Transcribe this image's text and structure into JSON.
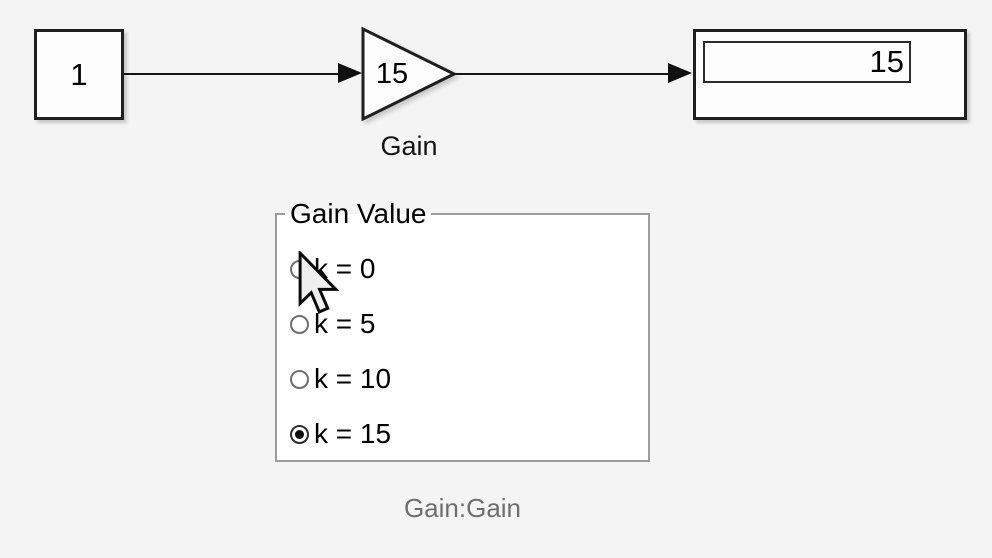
{
  "diagram": {
    "constant_block": {
      "value": "1"
    },
    "gain_block": {
      "value": "15",
      "name": "Gain"
    },
    "display_block": {
      "value": "15"
    },
    "annotation": "Gain:Gain"
  },
  "gain_panel": {
    "title": "Gain Value",
    "options": [
      {
        "label": "k = 0",
        "selected": false
      },
      {
        "label": "k = 5",
        "selected": false
      },
      {
        "label": "k = 10",
        "selected": false
      },
      {
        "label": "k = 15",
        "selected": true
      }
    ]
  },
  "colors": {
    "background": "#f4f4f4",
    "block_fill": "#fdfdfd",
    "block_border": "#1f1f1f",
    "wire": "#141414",
    "panel_border": "#9c9c9c",
    "radio_outline": "#6f6f6f",
    "radio_selected": "#0a0a0a",
    "annotation_text": "#6e6e6e"
  },
  "icons": {
    "cursor": "arrow-pointer"
  }
}
